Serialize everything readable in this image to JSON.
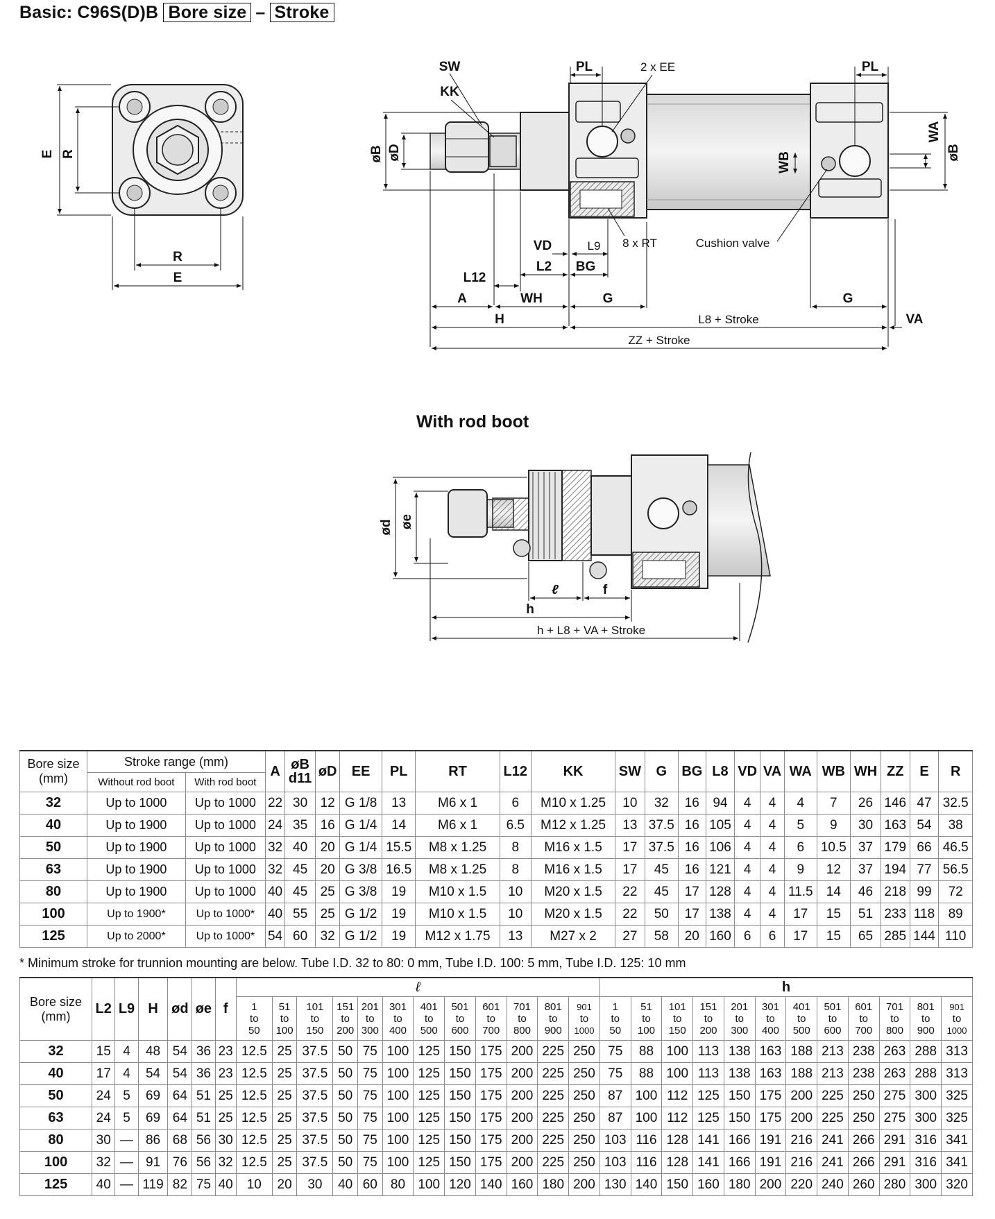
{
  "title": {
    "prefix": "Basic: C96S(D)B",
    "box1": "Bore size",
    "dash": "–",
    "box2": "Stroke"
  },
  "drawing": {
    "front_labels": {
      "E_v": "E",
      "R_v": "R",
      "R_h": "R",
      "E_h": "E"
    },
    "side_labels": {
      "SW": "SW",
      "KK": "KK",
      "PL_l": "PL",
      "EE": "2 x EE",
      "PL_r": "PL",
      "phiB_l": "øB",
      "phiD": "øD",
      "WB": "WB",
      "WA": "WA",
      "phiB_r": "øB",
      "VD": "VD",
      "L9": "L9",
      "RT": "8 x RT",
      "cushion": "Cushion valve",
      "L2": "L2",
      "BG": "BG",
      "L12": "L12",
      "A": "A",
      "WH": "WH",
      "G_l": "G",
      "G_r": "G",
      "H": "H",
      "L8": "L8 + Stroke",
      "VA": "VA",
      "ZZ": "ZZ + Stroke"
    },
    "boot_title": "With rod boot",
    "boot_labels": {
      "phid": "ød",
      "phie": "øe",
      "l": "ℓ",
      "f": "f",
      "h": "h",
      "total": "h + L8 + VA + Stroke"
    }
  },
  "table1": {
    "headers": {
      "bore": "Bore size",
      "mm": "(mm)",
      "stroke": "Stroke range (mm)",
      "without": "Without rod boot",
      "with": "With rod boot",
      "cols": [
        "A",
        "øB d11",
        "øD",
        "EE",
        "PL",
        "RT",
        "L12",
        "KK",
        "SW",
        "G",
        "BG",
        "L8",
        "VD",
        "VA",
        "WA",
        "WB",
        "WH",
        "ZZ",
        "E",
        "R"
      ]
    },
    "rows": [
      [
        "32",
        "Up to 1000",
        "Up to 1000",
        "22",
        "30",
        "12",
        "G 1/8",
        "13",
        "M6 x 1",
        "6",
        "M10 x 1.25",
        "10",
        "32",
        "16",
        "94",
        "4",
        "4",
        "4",
        "7",
        "26",
        "146",
        "47",
        "32.5"
      ],
      [
        "40",
        "Up to 1900",
        "Up to 1000",
        "24",
        "35",
        "16",
        "G 1/4",
        "14",
        "M6 x 1",
        "6.5",
        "M12 x 1.25",
        "13",
        "37.5",
        "16",
        "105",
        "4",
        "4",
        "5",
        "9",
        "30",
        "163",
        "54",
        "38"
      ],
      [
        "50",
        "Up to 1900",
        "Up to 1000",
        "32",
        "40",
        "20",
        "G 1/4",
        "15.5",
        "M8 x 1.25",
        "8",
        "M16 x 1.5",
        "17",
        "37.5",
        "16",
        "106",
        "4",
        "4",
        "6",
        "10.5",
        "37",
        "179",
        "66",
        "46.5"
      ],
      [
        "63",
        "Up to 1900",
        "Up to 1000",
        "32",
        "45",
        "20",
        "G 3/8",
        "16.5",
        "M8 x 1.25",
        "8",
        "M16 x 1.5",
        "17",
        "45",
        "16",
        "121",
        "4",
        "4",
        "9",
        "12",
        "37",
        "194",
        "77",
        "56.5"
      ],
      [
        "80",
        "Up to 1900",
        "Up to 1000",
        "40",
        "45",
        "25",
        "G 3/8",
        "19",
        "M10 x 1.5",
        "10",
        "M20 x 1.5",
        "22",
        "45",
        "17",
        "128",
        "4",
        "4",
        "11.5",
        "14",
        "46",
        "218",
        "99",
        "72"
      ],
      [
        "100",
        "Up to 1900*",
        "Up to 1000*",
        "40",
        "55",
        "25",
        "G 1/2",
        "19",
        "M10 x 1.5",
        "10",
        "M20 x 1.5",
        "22",
        "50",
        "17",
        "138",
        "4",
        "4",
        "17",
        "15",
        "51",
        "233",
        "118",
        "89"
      ],
      [
        "125",
        "Up to 2000*",
        "Up to 1000*",
        "54",
        "60",
        "32",
        "G 1/2",
        "19",
        "M12 x 1.75",
        "13",
        "M27 x 2",
        "27",
        "58",
        "20",
        "160",
        "6",
        "6",
        "17",
        "15",
        "65",
        "285",
        "144",
        "110"
      ]
    ]
  },
  "note": "* Minimum stroke for trunnion mounting are below. Tube I.D. 32 to 80: 0 mm, Tube I.D. 100: 5 mm, Tube I.D. 125: 10 mm",
  "table2": {
    "headers": {
      "bore": "Bore size",
      "mm": "(mm)",
      "L2": "L2",
      "L9": "L9",
      "H": "H",
      "phid": "ød",
      "phie": "øe",
      "f": "f",
      "l": "ℓ",
      "h": "h",
      "ranges": [
        [
          "1",
          "to",
          "50"
        ],
        [
          "51",
          "to",
          "100"
        ],
        [
          "101",
          "to",
          "150"
        ],
        [
          "151",
          "to",
          "200"
        ],
        [
          "201",
          "to",
          "300"
        ],
        [
          "301",
          "to",
          "400"
        ],
        [
          "401",
          "to",
          "500"
        ],
        [
          "501",
          "to",
          "600"
        ],
        [
          "601",
          "to",
          "700"
        ],
        [
          "701",
          "to",
          "800"
        ],
        [
          "801",
          "to",
          "900"
        ],
        [
          "901",
          "to",
          "1000"
        ]
      ]
    },
    "rows": [
      {
        "bore": "32",
        "vals": [
          "15",
          "4",
          "48",
          "54",
          "36",
          "23"
        ],
        "l": [
          "12.5",
          "25",
          "37.5",
          "50",
          "75",
          "100",
          "125",
          "150",
          "175",
          "200",
          "225",
          "250"
        ],
        "h": [
          "75",
          "88",
          "100",
          "113",
          "138",
          "163",
          "188",
          "213",
          "238",
          "263",
          "288",
          "313"
        ]
      },
      {
        "bore": "40",
        "vals": [
          "17",
          "4",
          "54",
          "54",
          "36",
          "23"
        ],
        "l": [
          "12.5",
          "25",
          "37.5",
          "50",
          "75",
          "100",
          "125",
          "150",
          "175",
          "200",
          "225",
          "250"
        ],
        "h": [
          "75",
          "88",
          "100",
          "113",
          "138",
          "163",
          "188",
          "213",
          "238",
          "263",
          "288",
          "313"
        ]
      },
      {
        "bore": "50",
        "vals": [
          "24",
          "5",
          "69",
          "64",
          "51",
          "25"
        ],
        "l": [
          "12.5",
          "25",
          "37.5",
          "50",
          "75",
          "100",
          "125",
          "150",
          "175",
          "200",
          "225",
          "250"
        ],
        "h": [
          "87",
          "100",
          "112",
          "125",
          "150",
          "175",
          "200",
          "225",
          "250",
          "275",
          "300",
          "325"
        ]
      },
      {
        "bore": "63",
        "vals": [
          "24",
          "5",
          "69",
          "64",
          "51",
          "25"
        ],
        "l": [
          "12.5",
          "25",
          "37.5",
          "50",
          "75",
          "100",
          "125",
          "150",
          "175",
          "200",
          "225",
          "250"
        ],
        "h": [
          "87",
          "100",
          "112",
          "125",
          "150",
          "175",
          "200",
          "225",
          "250",
          "275",
          "300",
          "325"
        ]
      },
      {
        "bore": "80",
        "vals": [
          "30",
          "—",
          "86",
          "68",
          "56",
          "30"
        ],
        "l": [
          "12.5",
          "25",
          "37.5",
          "50",
          "75",
          "100",
          "125",
          "150",
          "175",
          "200",
          "225",
          "250"
        ],
        "h": [
          "103",
          "116",
          "128",
          "141",
          "166",
          "191",
          "216",
          "241",
          "266",
          "291",
          "316",
          "341"
        ]
      },
      {
        "bore": "100",
        "vals": [
          "32",
          "—",
          "91",
          "76",
          "56",
          "32"
        ],
        "l": [
          "12.5",
          "25",
          "37.5",
          "50",
          "75",
          "100",
          "125",
          "150",
          "175",
          "200",
          "225",
          "250"
        ],
        "h": [
          "103",
          "116",
          "128",
          "141",
          "166",
          "191",
          "216",
          "241",
          "266",
          "291",
          "316",
          "341"
        ]
      },
      {
        "bore": "125",
        "vals": [
          "40",
          "—",
          "119",
          "82",
          "75",
          "40"
        ],
        "l": [
          "10",
          "20",
          "30",
          "40",
          "60",
          "80",
          "100",
          "120",
          "140",
          "160",
          "180",
          "200"
        ],
        "h": [
          "130",
          "140",
          "150",
          "160",
          "180",
          "200",
          "220",
          "240",
          "260",
          "280",
          "300",
          "320"
        ]
      }
    ]
  }
}
